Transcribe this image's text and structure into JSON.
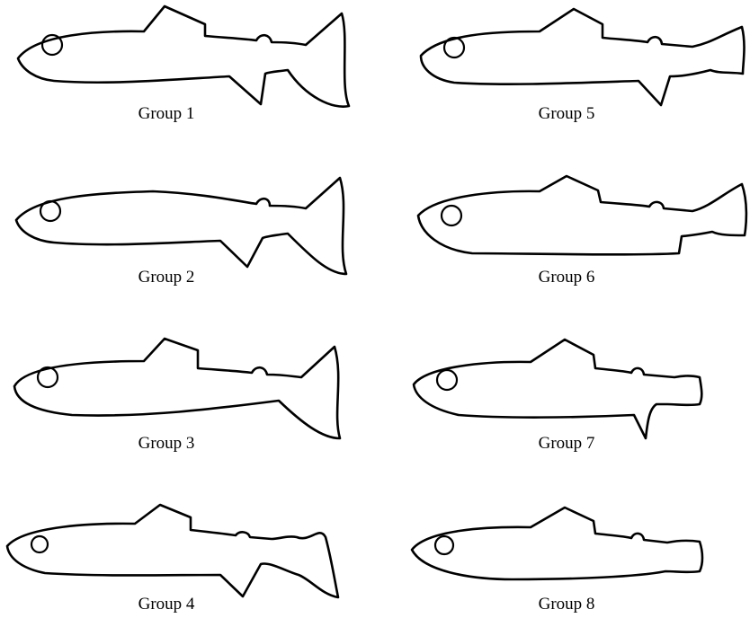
{
  "figure": {
    "groups": [
      {
        "label": "Group 1",
        "tail": "forked",
        "dorsal": true
      },
      {
        "label": "Group 2",
        "tail": "forked",
        "dorsal": false
      },
      {
        "label": "Group 3",
        "tail": "forked",
        "dorsal": true
      },
      {
        "label": "Group 4",
        "tail": "ragged",
        "dorsal": true
      },
      {
        "label": "Group 5",
        "tail": "ragged",
        "dorsal": true
      },
      {
        "label": "Group 6",
        "tail": "ragged",
        "dorsal": true
      },
      {
        "label": "Group 7",
        "tail": "stub",
        "dorsal": true
      },
      {
        "label": "Group 8",
        "tail": "stub",
        "dorsal": true
      }
    ]
  }
}
